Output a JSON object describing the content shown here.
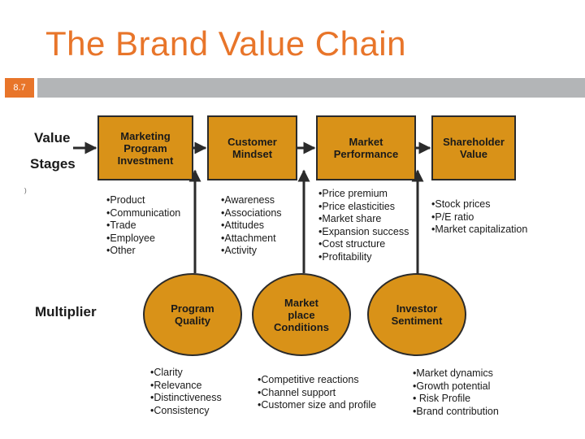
{
  "slide": {
    "title": "The Brand Value Chain",
    "number": "8.7",
    "stray_mark": ")"
  },
  "labels": {
    "value": "Value",
    "stages": "Stages",
    "multiplier": "Multiplier"
  },
  "stages": [
    {
      "label": "Marketing\nProgram\nInvestment"
    },
    {
      "label": "Customer\nMindset"
    },
    {
      "label": "Market\nPerformance"
    },
    {
      "label": "Shareholder\nValue"
    }
  ],
  "multipliers": [
    {
      "label": "Program\nQuality"
    },
    {
      "label": "Market\nplace\nConditions"
    },
    {
      "label": "Investor\nSentiment"
    }
  ],
  "stage_bullets": [
    [
      "•Product",
      "•Communication",
      "•Trade",
      "•Employee",
      "•Other"
    ],
    [
      "•Awareness",
      "•Associations",
      "•Attitudes",
      "•Attachment",
      "•Activity"
    ],
    [
      "•Price premium",
      "•Price elasticities",
      "•Market share",
      "•Expansion success",
      "•Cost structure",
      "•Profitability"
    ],
    [
      "•Stock prices",
      "•P/E ratio",
      "•Market capitalization"
    ]
  ],
  "multiplier_bullets": [
    [
      "•Clarity",
      "•Relevance",
      "•Distinctiveness",
      "•Consistency"
    ],
    [
      "•Competitive reactions",
      "•Channel support",
      "•Customer size and profile"
    ],
    [
      "•Market dynamics",
      "•Growth potential",
      "• Risk Profile",
      "•Brand contribution"
    ]
  ],
  "colors": {
    "accent": "#e8752a",
    "box_fill": "#d99218",
    "bar_gray": "#b3b5b7",
    "outline": "#2b2b2b"
  }
}
